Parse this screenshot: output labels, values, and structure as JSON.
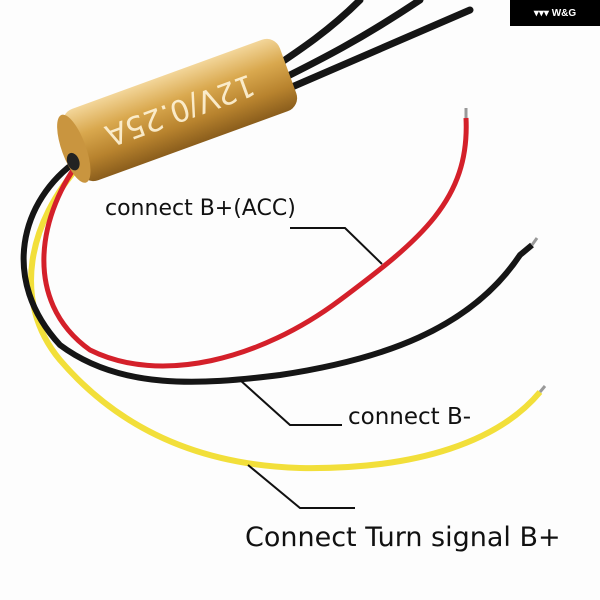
{
  "product": {
    "body_text": "12V/0.25A"
  },
  "labels": {
    "acc": "connect B+(ACC)",
    "ground": "connect B-",
    "turn": "Connect Turn signal B+"
  },
  "logo": {
    "text": "W&G"
  },
  "colors": {
    "red_wire": "#d4202a",
    "black_wire": "#151515",
    "yellow_wire": "#f2df3a",
    "body": "#d9a84e"
  }
}
